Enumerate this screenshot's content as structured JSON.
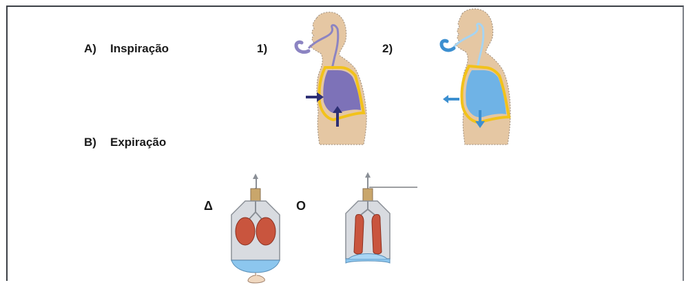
{
  "labels": {
    "a_letter": "A)",
    "a_text": "Inspiração",
    "b_letter": "B)",
    "b_text": "Expiração",
    "fig1": "1)",
    "fig2": "2)",
    "delta": "Δ",
    "circle": "O"
  },
  "colors": {
    "skin": "#e5c7a3",
    "lung_inspiration_1": "#7d72b8",
    "lung_inspiration_2": "#6fb3e6",
    "arrow_dark": "#2d2f74",
    "arrow_blue": "#3c8fd0",
    "pleura": "#f2c21a",
    "lung_model_red": "#c9553e",
    "bell_jar": "#d8dbe0",
    "diaphragm_blue": "#8cc6ee"
  }
}
